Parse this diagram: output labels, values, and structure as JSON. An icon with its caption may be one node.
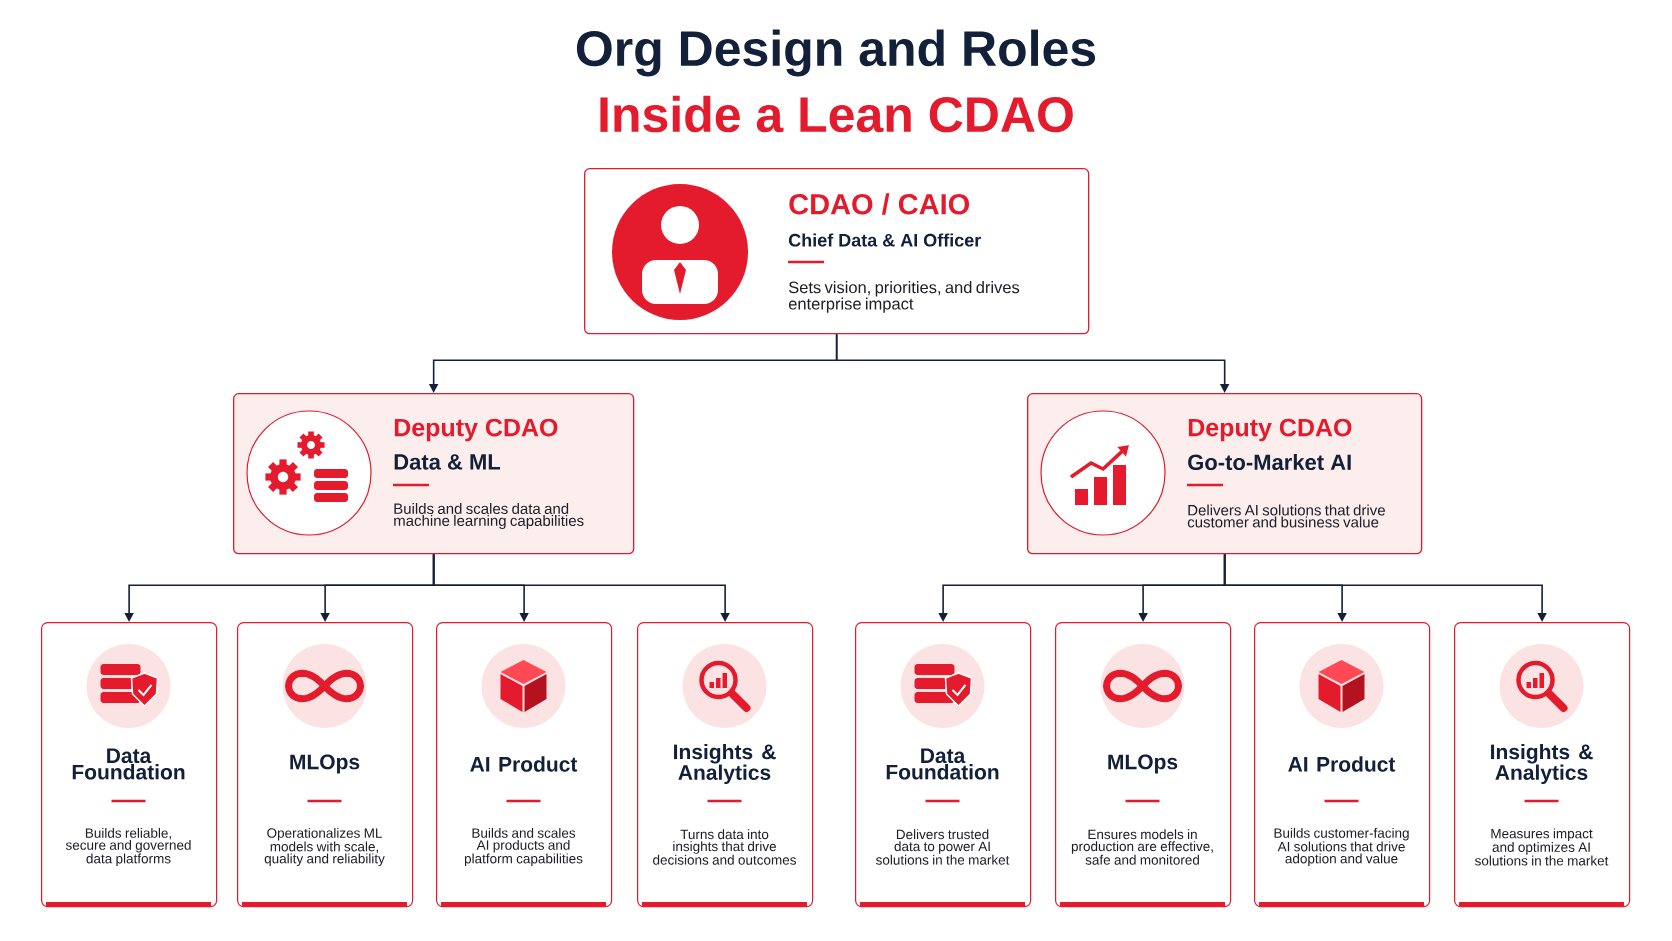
{
  "diagram": {
    "title": "Org Design and Roles",
    "labels": [
      "Inside a Lean CDAO"
    ],
    "nodes": [
      {
        "text": [
          "CDAO / CAIO",
          "Chief Data & AI Officer",
          "Sets vision, priorities, and drives enterprise impact"
        ]
      },
      {
        "text": [
          "Deputy CDAO",
          "Data & ML",
          "Builds and scales data and machine learning capabilities"
        ]
      },
      {
        "text": [
          "Deputy CDAO",
          "Go-to-Market AI",
          "Delivers AI solutions that drive customer and business value"
        ]
      },
      {
        "text": [
          "Data Foundation",
          "Builds reliable, secure and governed data platforms"
        ]
      },
      {
        "text": [
          "MLOps",
          "Operationalizes ML models with scale, quality and reliability"
        ]
      },
      {
        "text": [
          "AI Product",
          "Builds and scales AI products and platform capabilities"
        ]
      },
      {
        "text": [
          "Insights & Analytics",
          "Turns data into insights that drive decisions and outcomes"
        ]
      },
      {
        "text": [
          "Data Foundation",
          "Delivers trusted data to power AI solutions in the market"
        ]
      },
      {
        "text": [
          "MLOps",
          "Ensures models in production are effective, safe and monitored"
        ]
      },
      {
        "text": [
          "AI Product",
          "Builds customer-facing AI solutions that drive adoption and value"
        ]
      },
      {
        "text": [
          "Insights & Analytics",
          "Measures impact and optimizes AI solutions in the market"
        ]
      }
    ],
    "edges": [
      {
        "from": 0,
        "to": 1,
        "arrow": "to"
      },
      {
        "from": 0,
        "to": 2,
        "arrow": "to"
      },
      {
        "from": 1,
        "to": 3,
        "arrow": "to"
      },
      {
        "from": 1,
        "to": 4,
        "arrow": "to"
      },
      {
        "from": 1,
        "to": 5,
        "arrow": "to"
      },
      {
        "from": 1,
        "to": 6,
        "arrow": "to"
      },
      {
        "from": 2,
        "to": 7,
        "arrow": "to"
      },
      {
        "from": 2,
        "to": 8,
        "arrow": "to"
      },
      {
        "from": 2,
        "to": 9,
        "arrow": "to"
      },
      {
        "from": 2,
        "to": 10,
        "arrow": "to"
      }
    ]
  }
}
